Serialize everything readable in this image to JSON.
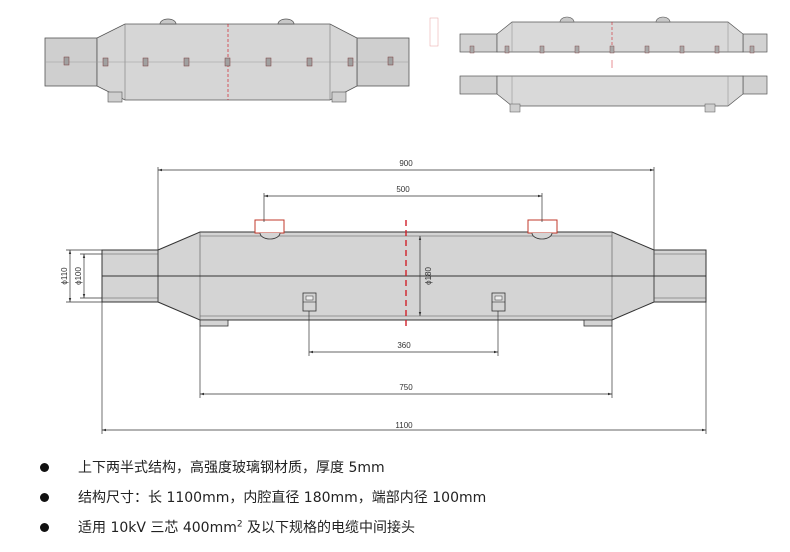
{
  "dimensions": {
    "total_length": "1100",
    "inner_span": "900",
    "body_length": "750",
    "port_spacing": "500",
    "support_spacing": "360",
    "inner_diameter": "ϕ180",
    "end_outer_diameter": "ϕ110",
    "end_inner_diameter": "ϕ100"
  },
  "features": [
    {
      "text": "上下两半式结构，高强度玻璃钢材质，厚度 5mm"
    },
    {
      "text": "结构尺寸：长 1100mm，内腔直径 180mm，端部内径 100mm"
    },
    {
      "text_before": "适用 10kV 三芯 400mm",
      "sup": "2",
      "text_after": " 及以下规格的电缆中间接头"
    }
  ],
  "colors": {
    "body_fill": "#d4d4d4",
    "outline": "#333333",
    "centerline": "#d0202a",
    "port_accent": "#c0392b"
  }
}
